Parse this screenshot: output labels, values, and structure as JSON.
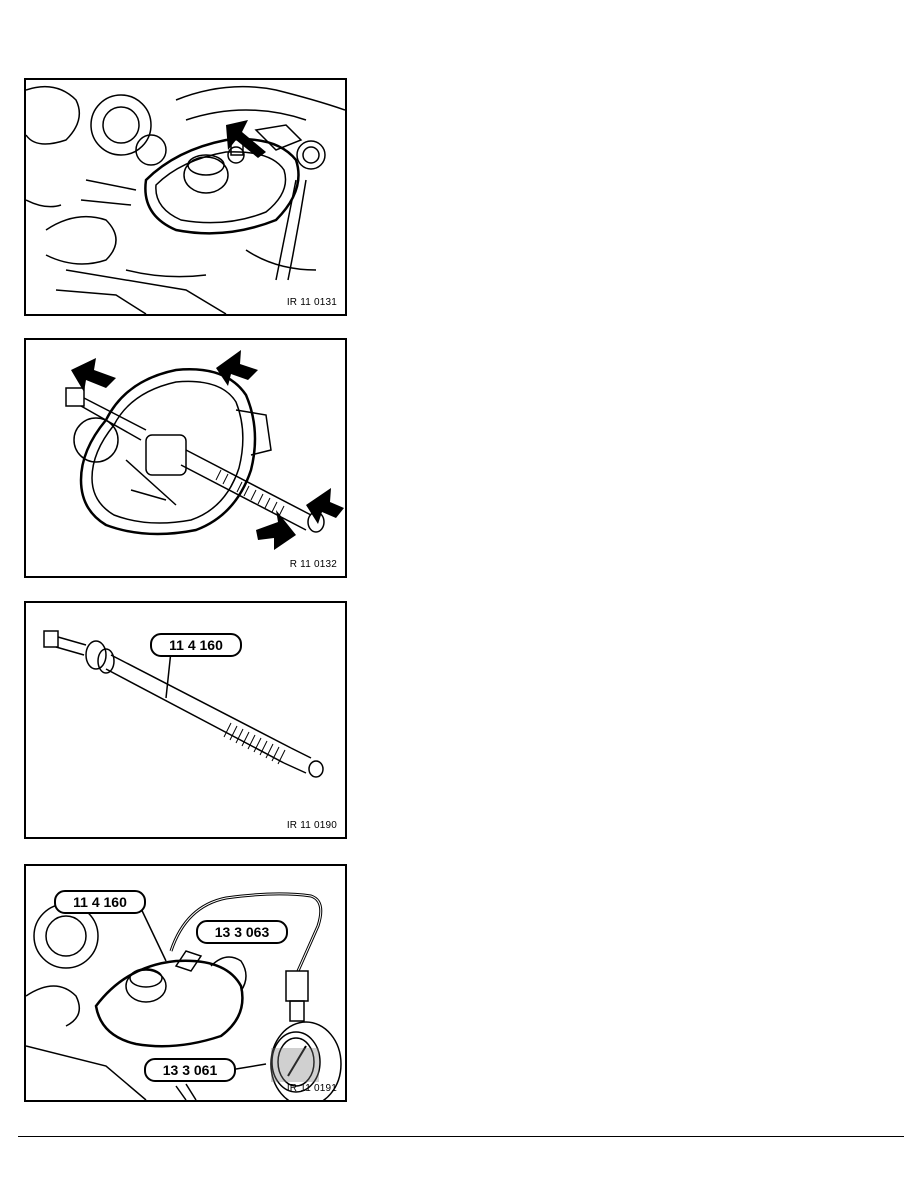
{
  "figures": [
    {
      "code": "IR 11 0131",
      "callouts": []
    },
    {
      "code": "R 11 0132",
      "callouts": []
    },
    {
      "code": "IR 11 0190",
      "callouts": [
        "11 4 160"
      ]
    },
    {
      "code": "IR 11 0191",
      "callouts": [
        "11 4 160",
        "13 3 063",
        "13 3 061"
      ]
    }
  ]
}
